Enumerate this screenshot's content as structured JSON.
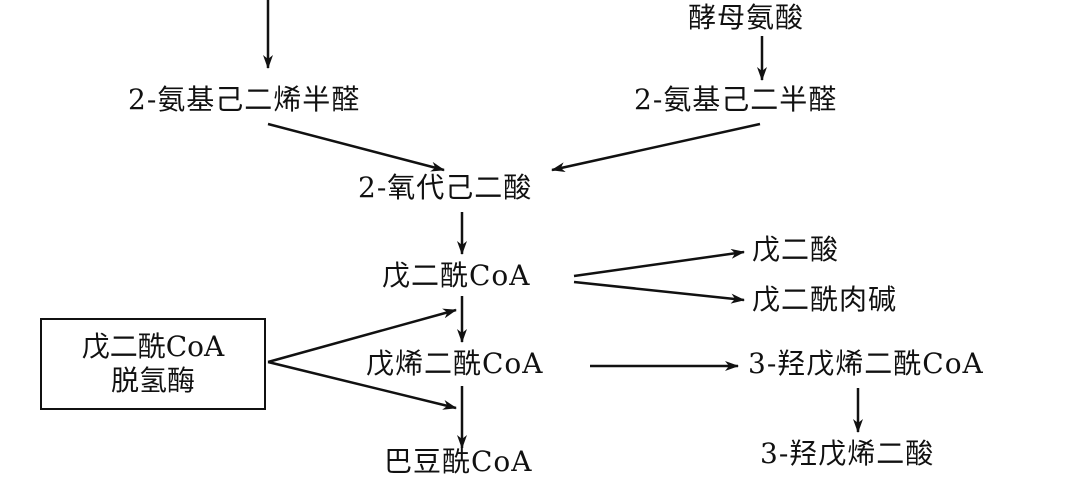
{
  "nodes": {
    "yeast_amino_acid": "酵母氨酸",
    "aminohexadienal": "2-氨基己二烯半醛",
    "aminoadipic_semialdehyde": "2-氨基己二半醛",
    "oxoadipate": "2-氧代己二酸",
    "glutaryl_coa": "戊二酰CoA",
    "glutaric_acid": "戊二酸",
    "glutaryl_carnitine": "戊二酰肉碱",
    "glutaconyl_coa": "戊烯二酰CoA",
    "hydroxy_glutaconyl_coa": "3-羟戊烯二酰CoA",
    "crotonyl_coa_partial": "巴豆酰CoA",
    "hydroxy_glutaconic_partial": "3-羟戊烯二酸"
  },
  "enzyme_box": {
    "line1": "戊二酰CoA",
    "line2": "脱氢酶"
  },
  "colors": {
    "ink": "#111111",
    "background": "#ffffff"
  }
}
